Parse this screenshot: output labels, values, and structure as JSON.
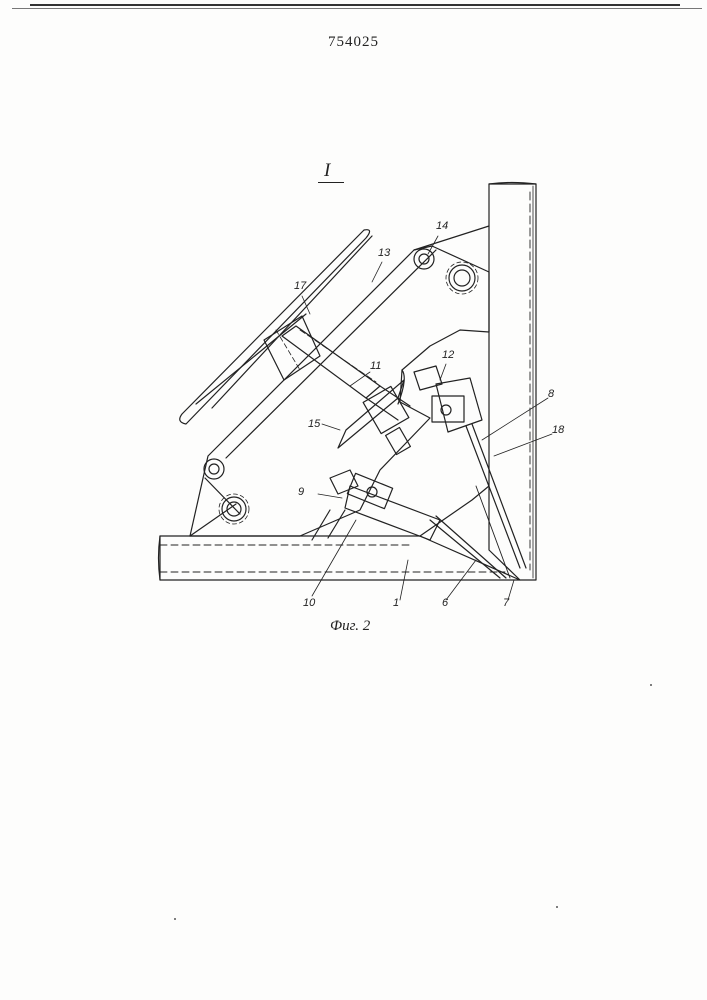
{
  "document": {
    "patent_number": "754025",
    "view_label": "I",
    "figure_caption": "Фиг. 2"
  },
  "callouts": {
    "c14": "14",
    "c13": "13",
    "c17": "17",
    "c11": "11",
    "c12": "12",
    "c8": "8",
    "c18": "18",
    "c15": "15",
    "c9": "9",
    "c10": "10",
    "c1": "1",
    "c6": "6",
    "c7": "7"
  }
}
